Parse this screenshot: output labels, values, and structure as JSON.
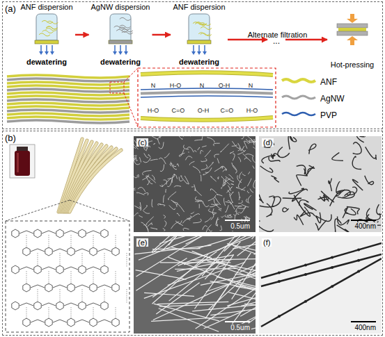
{
  "diagram": {
    "nodes": [
      {
        "text": [
          "(a)"
        ]
      },
      {
        "text": [
          "ANF dispersion",
          "dewatering"
        ],
        "in": 0
      },
      {
        "text": [
          "AgNW dispersion",
          "dewatering"
        ],
        "in": 0
      },
      {
        "text": [
          "ANF dispersion",
          "dewatering"
        ],
        "in": 0
      },
      {
        "text": [
          "Hot-pressing"
        ],
        "in": 0
      },
      {
        "text": [
          "(b)"
        ]
      },
      {
        "text": [
          "(c)",
          "0.5um"
        ],
        "in": 5
      },
      {
        "text": [
          "(d)",
          "400nm"
        ],
        "in": 5
      },
      {
        "text": [
          "(e)",
          "0.5um"
        ],
        "in": 5
      },
      {
        "text": [
          "(f)",
          "400nm"
        ],
        "in": 5
      }
    ],
    "edges": [
      {
        "from": 1,
        "to": 2,
        "arrow": "to"
      },
      {
        "from": 2,
        "to": 3,
        "arrow": "to"
      },
      {
        "from": 3,
        "to": 4,
        "label": "Alternate filtration",
        "arrow": "to"
      }
    ],
    "labels": [
      "...",
      "N",
      "H-O",
      "N",
      "O-H",
      "N",
      "H-O",
      "C=O",
      "O-H",
      "C=O",
      "H-O"
    ],
    "legend": [
      {
        "text": "ANF"
      },
      {
        "text": "AgNW"
      },
      {
        "text": "PVP"
      }
    ]
  }
}
